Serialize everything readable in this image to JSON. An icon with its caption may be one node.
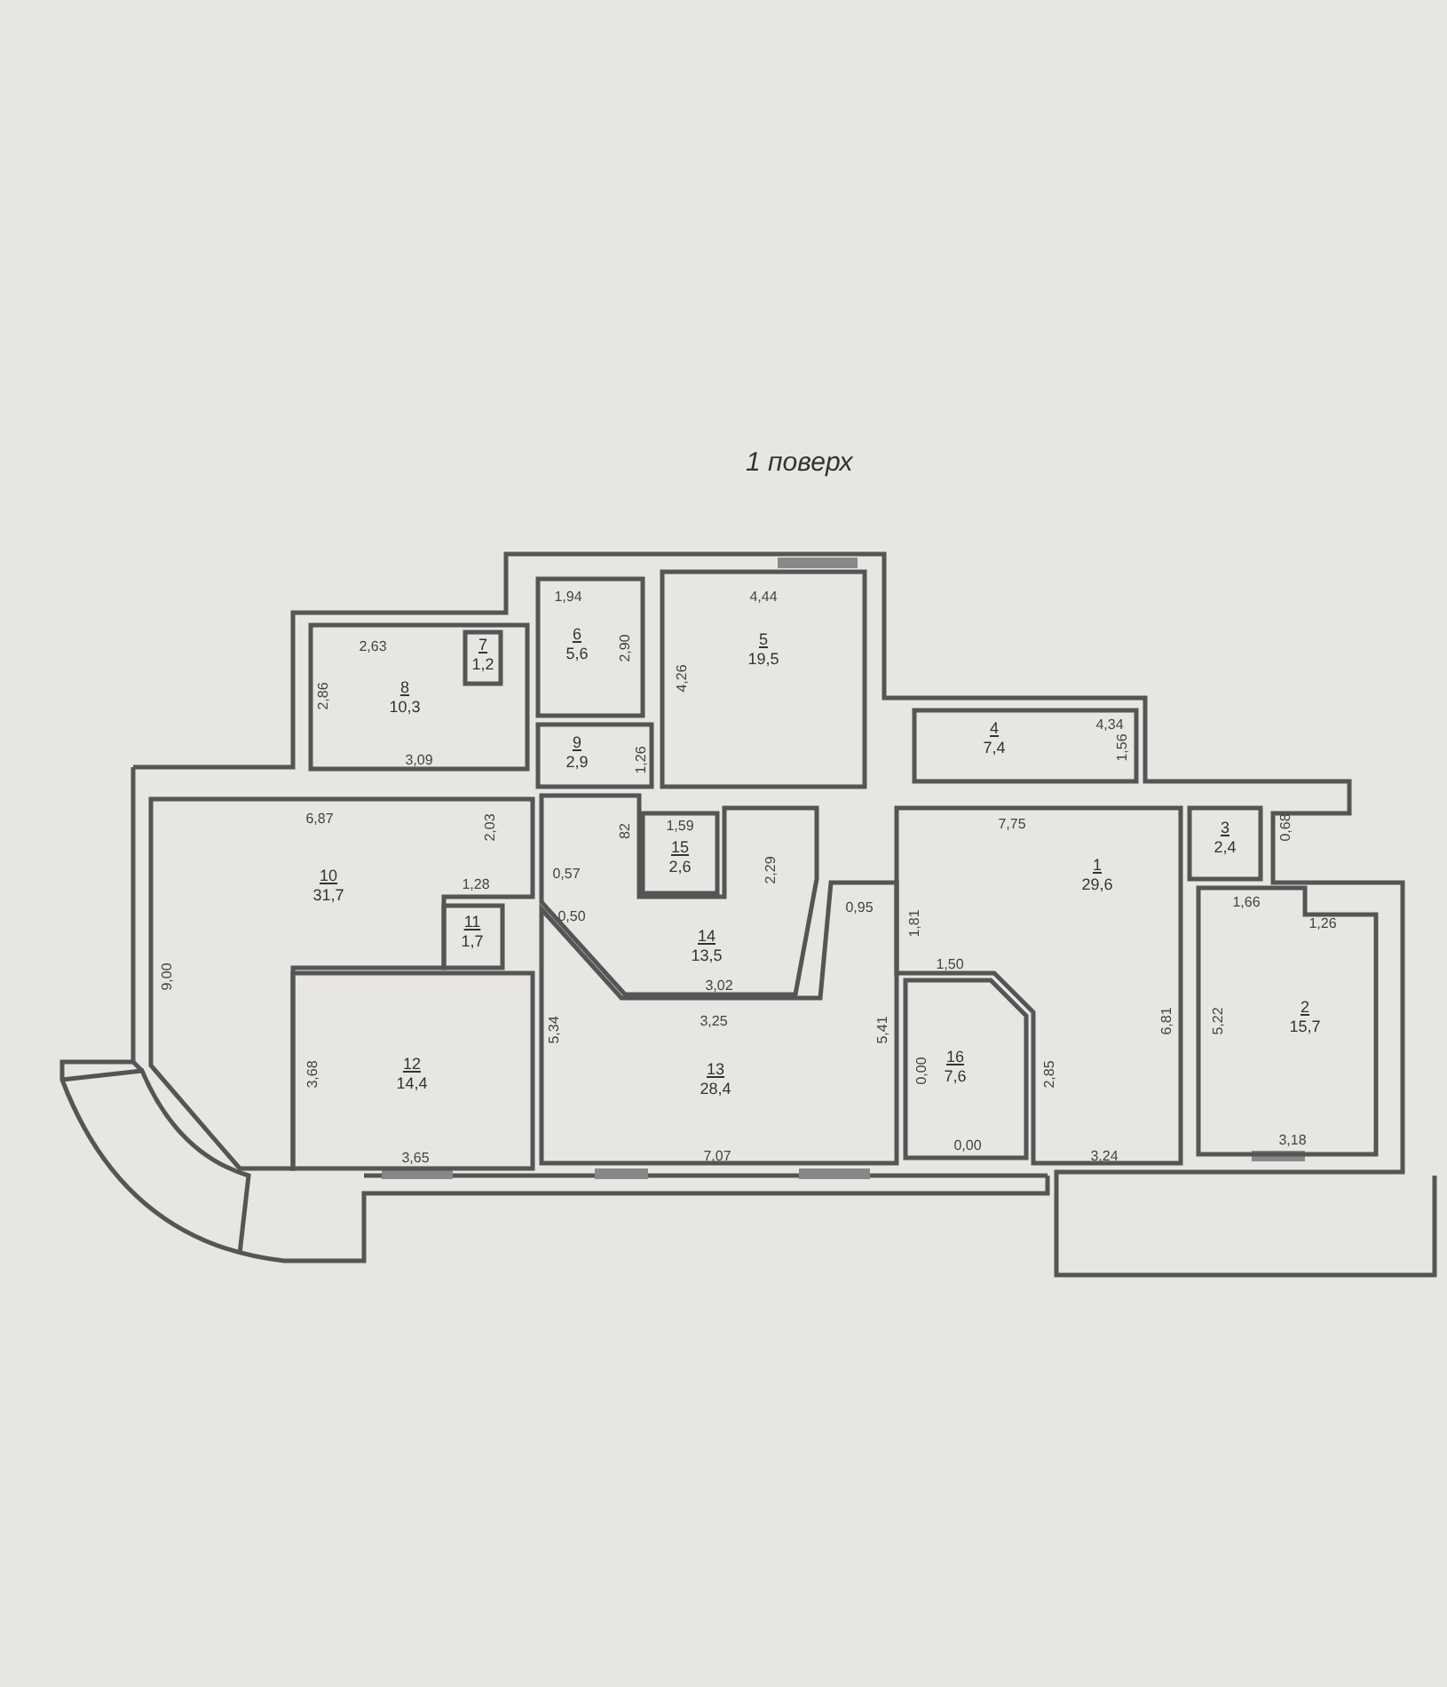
{
  "diagram": {
    "title": "1 поверх",
    "nodes": [
      {
        "text": [
          "1",
          "29,6"
        ]
      },
      {
        "text": [
          "2",
          "15,7"
        ]
      },
      {
        "text": [
          "3",
          "2,4"
        ]
      },
      {
        "text": [
          "4",
          "7,4"
        ]
      },
      {
        "text": [
          "5",
          "19,5"
        ]
      },
      {
        "text": [
          "6",
          "5,6"
        ]
      },
      {
        "text": [
          "7",
          "1,2"
        ],
        "in": 7
      },
      {
        "text": [
          "8",
          "10,3"
        ]
      },
      {
        "text": [
          "9",
          "2,9"
        ]
      },
      {
        "text": [
          "10",
          "31,7"
        ]
      },
      {
        "text": [
          "11",
          "1,7"
        ]
      },
      {
        "text": [
          "12",
          "14,4"
        ]
      },
      {
        "text": [
          "13",
          "28,4"
        ]
      },
      {
        "text": [
          "14",
          "13,5"
        ]
      },
      {
        "text": [
          "15",
          "2,6"
        ]
      },
      {
        "text": [
          "16",
          "7,6"
        ]
      }
    ],
    "labels": [
      "2,63",
      "2,86",
      "3,09",
      "1,94",
      "2,90",
      "4,44",
      "4,26",
      "4,34",
      "1,56",
      "1,26",
      "6,87",
      "2,03",
      "82",
      "1,59",
      "2,29",
      "0,57",
      "7,75",
      "0,68",
      "1,28",
      "0,50",
      "0,95",
      "1,81",
      "1,66",
      "1,26",
      "9,00",
      "1,50",
      "3,02",
      "3,25",
      "5,34",
      "5,41",
      "6,81",
      "5,22",
      "3,68",
      "0,00",
      "2,85",
      "0,00",
      "3,65",
      "7,07",
      "3,24",
      "3,18"
    ]
  }
}
